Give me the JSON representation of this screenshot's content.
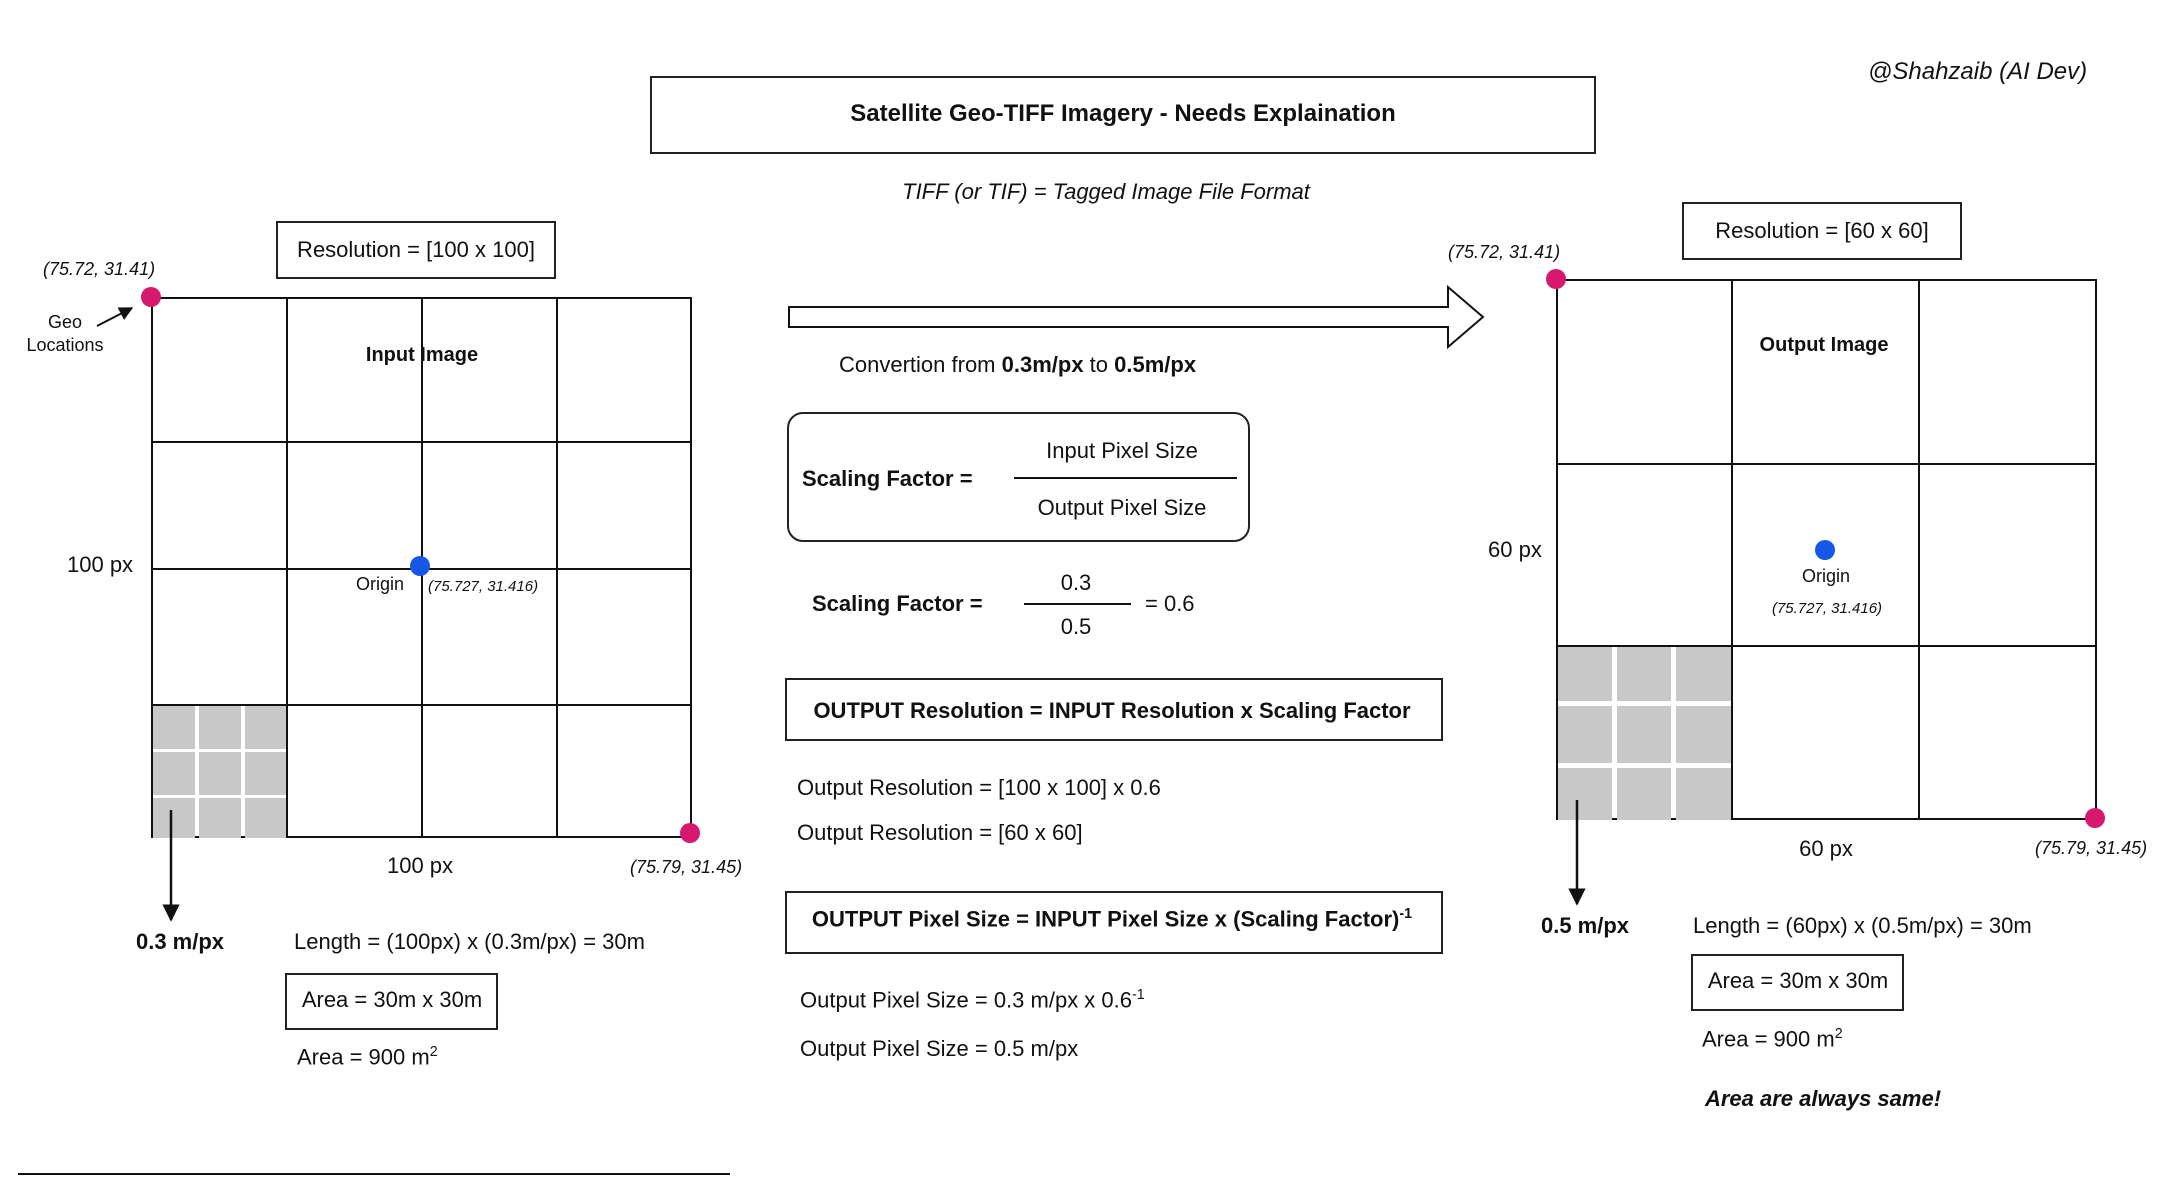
{
  "title": "Satellite Geo-TIFF Imagery - Needs Explaination",
  "author": "@Shahzaib (AI Dev)",
  "subtitle": "TIFF (or TIF) = Tagged Image File Format",
  "input": {
    "resolution": "Resolution = [100 x 100]",
    "label": "Input Image",
    "top_left_coord": "(75.72, 31.41)",
    "bottom_right_coord": "(75.79, 31.45)",
    "origin_label": "Origin",
    "origin_coord": "(75.727, 31.416)",
    "geo_locations_line1": "Geo",
    "geo_locations_line2": "Locations",
    "side_px": "100 px",
    "bottom_px": "100 px",
    "pixel_size": "0.3 m/px",
    "length": "Length = (100px) x (0.3m/px) = 30m",
    "area_box": "Area = 30m x 30m",
    "area_value": "Area = 900 m",
    "area_sup": "2"
  },
  "output": {
    "resolution": "Resolution = [60 x 60]",
    "label": "Output Image",
    "top_left_coord": "(75.72, 31.41)",
    "bottom_right_coord": "(75.79, 31.45)",
    "origin_label": "Origin",
    "origin_coord": "(75.727, 31.416)",
    "side_px": "60 px",
    "bottom_px": "60 px",
    "pixel_size": "0.5 m/px",
    "length": "Length = (60px) x (0.5m/px) = 30m",
    "area_box": "Area = 30m x 30m",
    "area_value": "Area = 900 m",
    "area_sup": "2",
    "note": "Area are always same!"
  },
  "middle": {
    "conversion_prefix": "Convertion from ",
    "conversion_from": "0.3m/px",
    "conversion_mid": " to ",
    "conversion_to": "0.5m/px",
    "scaling_label": "Scaling Factor =",
    "scaling_numerator": "Input Pixel Size",
    "scaling_denominator": "Output Pixel Size",
    "scaling2_label": "Scaling Factor =",
    "scaling2_numerator": "0.3",
    "scaling2_denominator": "0.5",
    "scaling2_result": "= 0.6",
    "res_formula": "OUTPUT Resolution = INPUT Resolution x Scaling Factor",
    "res_calc1": "Output Resolution = [100 x 100] x 0.6",
    "res_calc2": "Output Resolution = [60 x 60]",
    "pix_formula": "OUTPUT Pixel Size = INPUT Pixel Size x (Scaling Factor)",
    "pix_formula_sup": "-1",
    "pix_calc1": "Output Pixel Size = 0.3 m/px x 0.6",
    "pix_calc1_sup": "-1",
    "pix_calc2": "Output Pixel Size = 0.5 m/px"
  }
}
